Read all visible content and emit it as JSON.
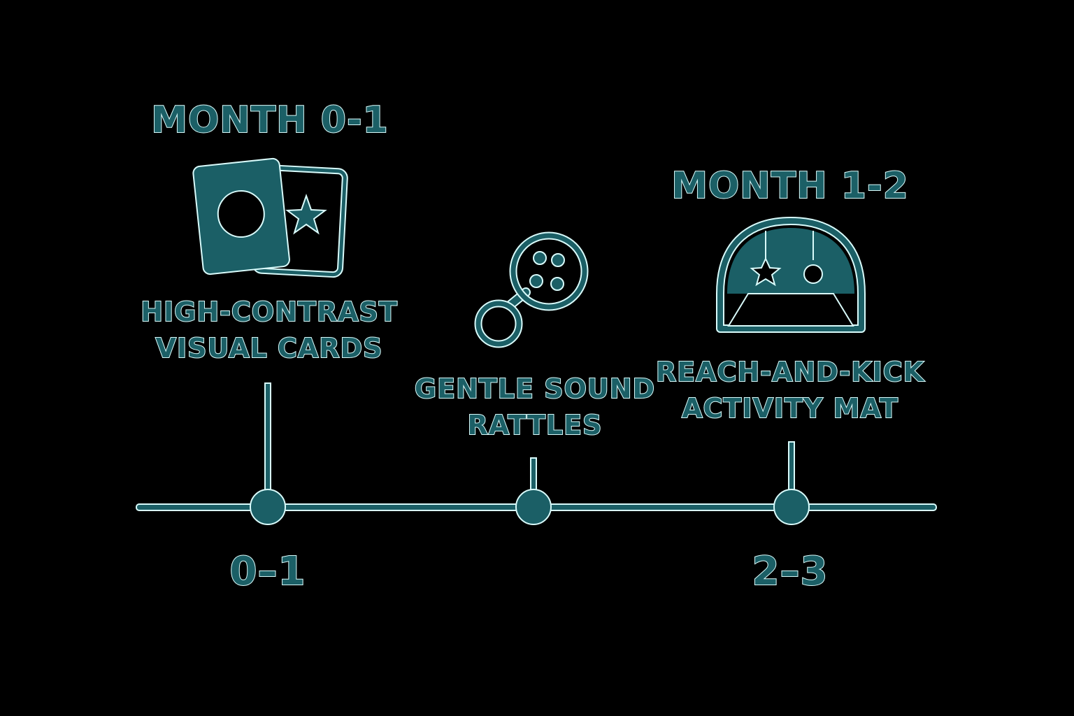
{
  "colors": {
    "background": "#000000",
    "accent": "#1b5f66",
    "outline": "#d9fbfb"
  },
  "milestones": [
    {
      "heading": "MONTH 0-1",
      "label_line1": "HIGH-CONTRAST",
      "label_line2": "VISUAL CARDS",
      "icon": "visual-cards-icon"
    },
    {
      "heading": "",
      "label_line1": "GENTLE SOUND",
      "label_line2": "RATTLES",
      "icon": "rattle-icon"
    },
    {
      "heading": "MONTH 1-2",
      "label_line1": "REACH-AND-KICK",
      "label_line2": "ACTIVITY MAT",
      "icon": "activity-mat-icon"
    }
  ],
  "axis_labels": {
    "first": "0–1",
    "last": "2–3"
  }
}
